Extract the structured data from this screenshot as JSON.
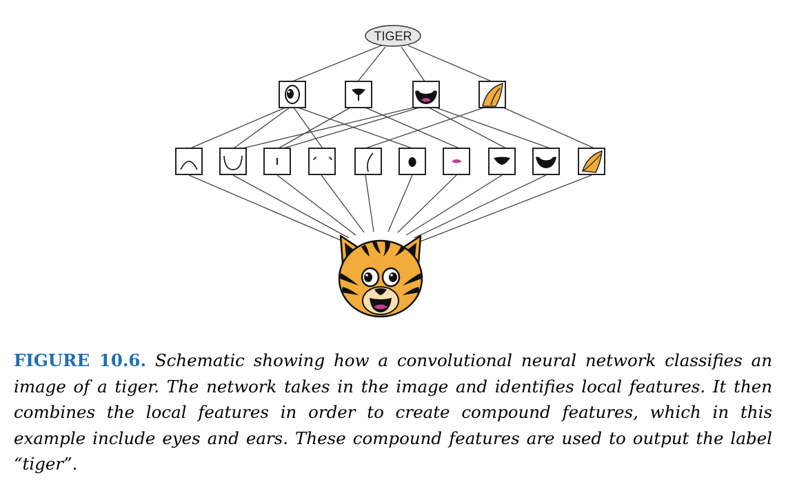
{
  "diagram": {
    "output_label": "TIGER",
    "compound_features": [
      "eye-feature-icon",
      "nose-feature-icon",
      "mouth-feature-icon",
      "ear-feature-icon"
    ],
    "local_features": [
      "arch-up-icon",
      "arch-down-icon",
      "short-vertical-line-icon",
      "corner-marks-icon",
      "left-paren-curve-icon",
      "dot-icon",
      "pink-lip-icon",
      "dark-lip-icon",
      "wide-mouth-icon",
      "ear-tip-icon"
    ],
    "input": "tiger-face-icon",
    "colors": {
      "tiger_orange": "#f2ac3c",
      "stripe": "#1c1c1c",
      "mouth_pink": "#c0418b",
      "label_ellipse": "#e6e6e6",
      "caption_label": "#1f6fb2"
    }
  },
  "caption": {
    "label": "FIGURE 10.6.",
    "text": " Schematic showing how a convolutional neural network classifies an image of a tiger. The network takes in the image and identifies local features. It then combines the local features in order to create compound features, which in this example include eyes and ears. These compound features are used to output the label “tiger”."
  }
}
